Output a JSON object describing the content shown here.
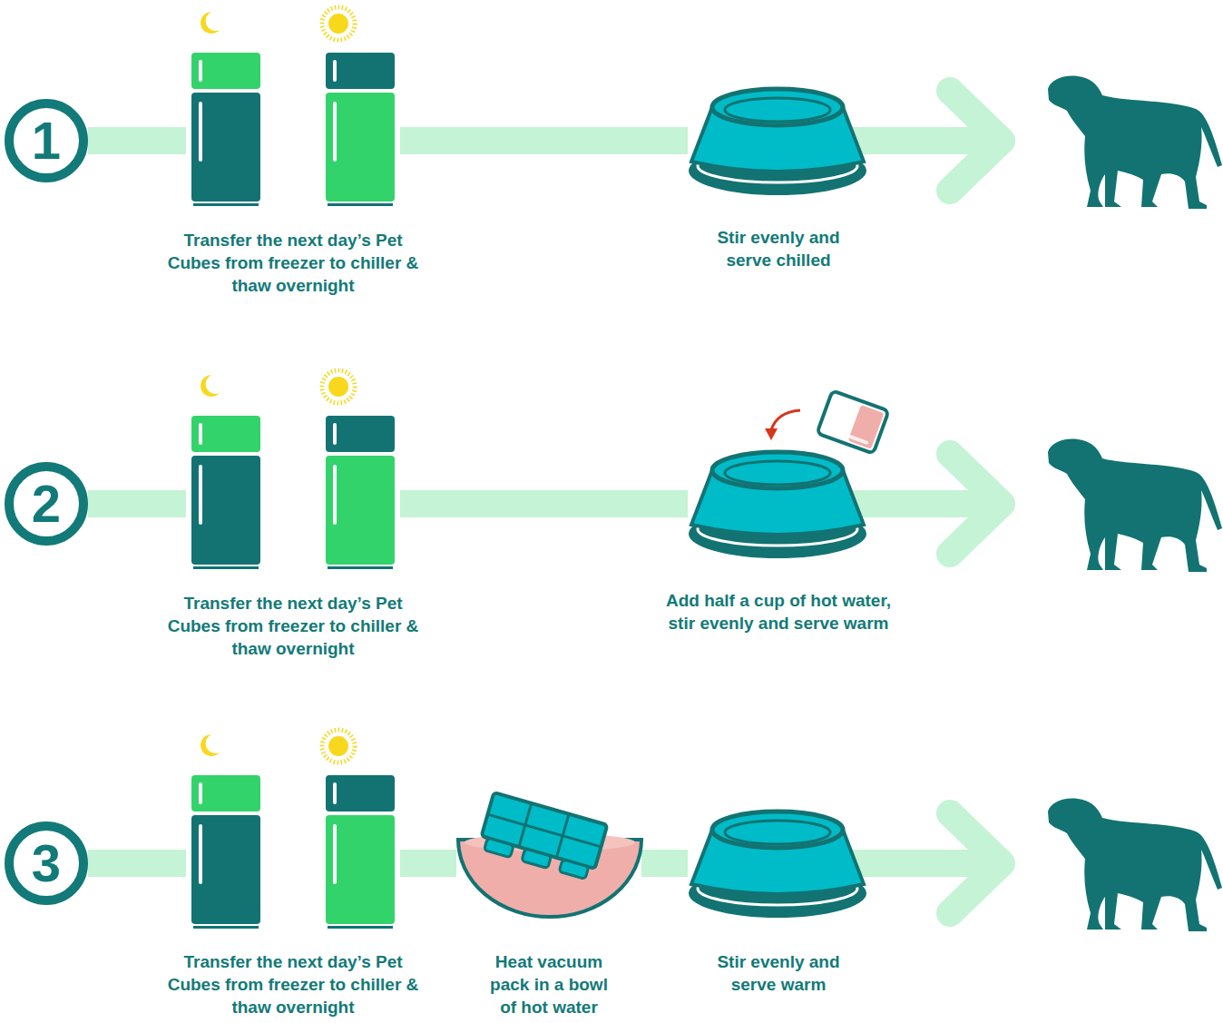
{
  "diagram": {
    "nodes": [
      {
        "text": [
          "1"
        ]
      },
      {
        "text": [
          "Transfer the next day’s Pet Cubes from freezer to chiller & thaw overnight"
        ]
      },
      {
        "text": [
          "Stir evenly and serve chilled"
        ]
      },
      {
        "text": [
          "2"
        ]
      },
      {
        "text": [
          "Transfer the next day’s Pet Cubes from freezer to chiller & thaw overnight"
        ]
      },
      {
        "text": [
          "Add half a cup of hot water, stir evenly and serve warm"
        ]
      },
      {
        "text": [
          "3"
        ]
      },
      {
        "text": [
          "Transfer the next day’s Pet Cubes from freezer to chiller & thaw overnight"
        ]
      },
      {
        "text": [
          "Heat vacuum pack in a bowl of hot water"
        ]
      },
      {
        "text": [
          "Stir evenly and serve warm"
        ]
      }
    ],
    "edges": [
      {
        "from": 0,
        "to": 1,
        "arrow": "none"
      },
      {
        "from": 1,
        "to": 2,
        "arrow": "none"
      },
      {
        "from": 3,
        "to": 4,
        "arrow": "none"
      },
      {
        "from": 4,
        "to": 5,
        "arrow": "none"
      },
      {
        "from": 6,
        "to": 7,
        "arrow": "none"
      },
      {
        "from": 7,
        "to": 8,
        "arrow": "none"
      },
      {
        "from": 8,
        "to": 9,
        "arrow": "none"
      }
    ]
  }
}
